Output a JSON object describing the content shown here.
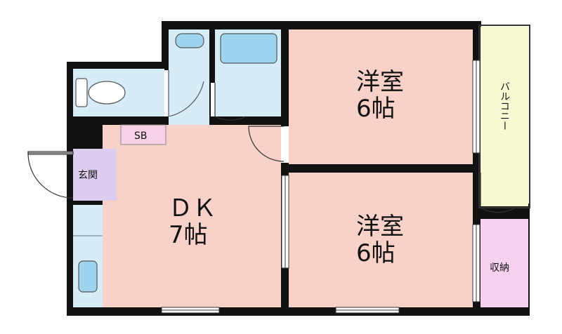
{
  "rooms": {
    "western_top": {
      "line1": "洋室",
      "line2": "6帖"
    },
    "western_bottom": {
      "line1": "洋室",
      "line2": "6帖"
    },
    "dk": {
      "line1": "ＤＫ",
      "line2": "7帖"
    },
    "entrance": "玄関",
    "shoe_box": "SB",
    "balcony": "バルコニー",
    "storage": "収納"
  },
  "colors": {
    "wall": "#111111",
    "room_pink": "#f8d2c8",
    "wet_blue": "#d6ecf8",
    "balcony_yellow": "#fafad2",
    "entrance_purple": "#dccdf0",
    "sb_pink": "#f7d2e6",
    "storage_pink": "#f7d2ee"
  }
}
